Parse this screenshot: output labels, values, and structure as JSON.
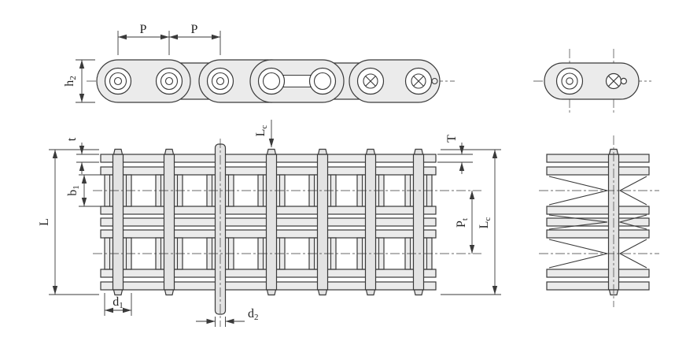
{
  "colors": {
    "line": "#3a3a3a",
    "plate_fill": "#ebebeb",
    "pin_fill": "#e3e3e3",
    "roller_fill": "#ffffff",
    "background": "#ffffff"
  },
  "dimensions": {
    "p1": "P",
    "p2": "P",
    "h2": {
      "main": "h",
      "sub": "2"
    },
    "t": "t",
    "b1": {
      "main": "b",
      "sub": "1"
    },
    "L": "L",
    "d1": {
      "main": "d",
      "sub": "1"
    },
    "d2": {
      "main": "d",
      "sub": "2"
    },
    "lc_top": {
      "main": "L",
      "sub": "c"
    },
    "T": "T",
    "pt": {
      "main": "P",
      "sub": "t"
    },
    "lc_right": {
      "main": "L",
      "sub": "c"
    }
  }
}
